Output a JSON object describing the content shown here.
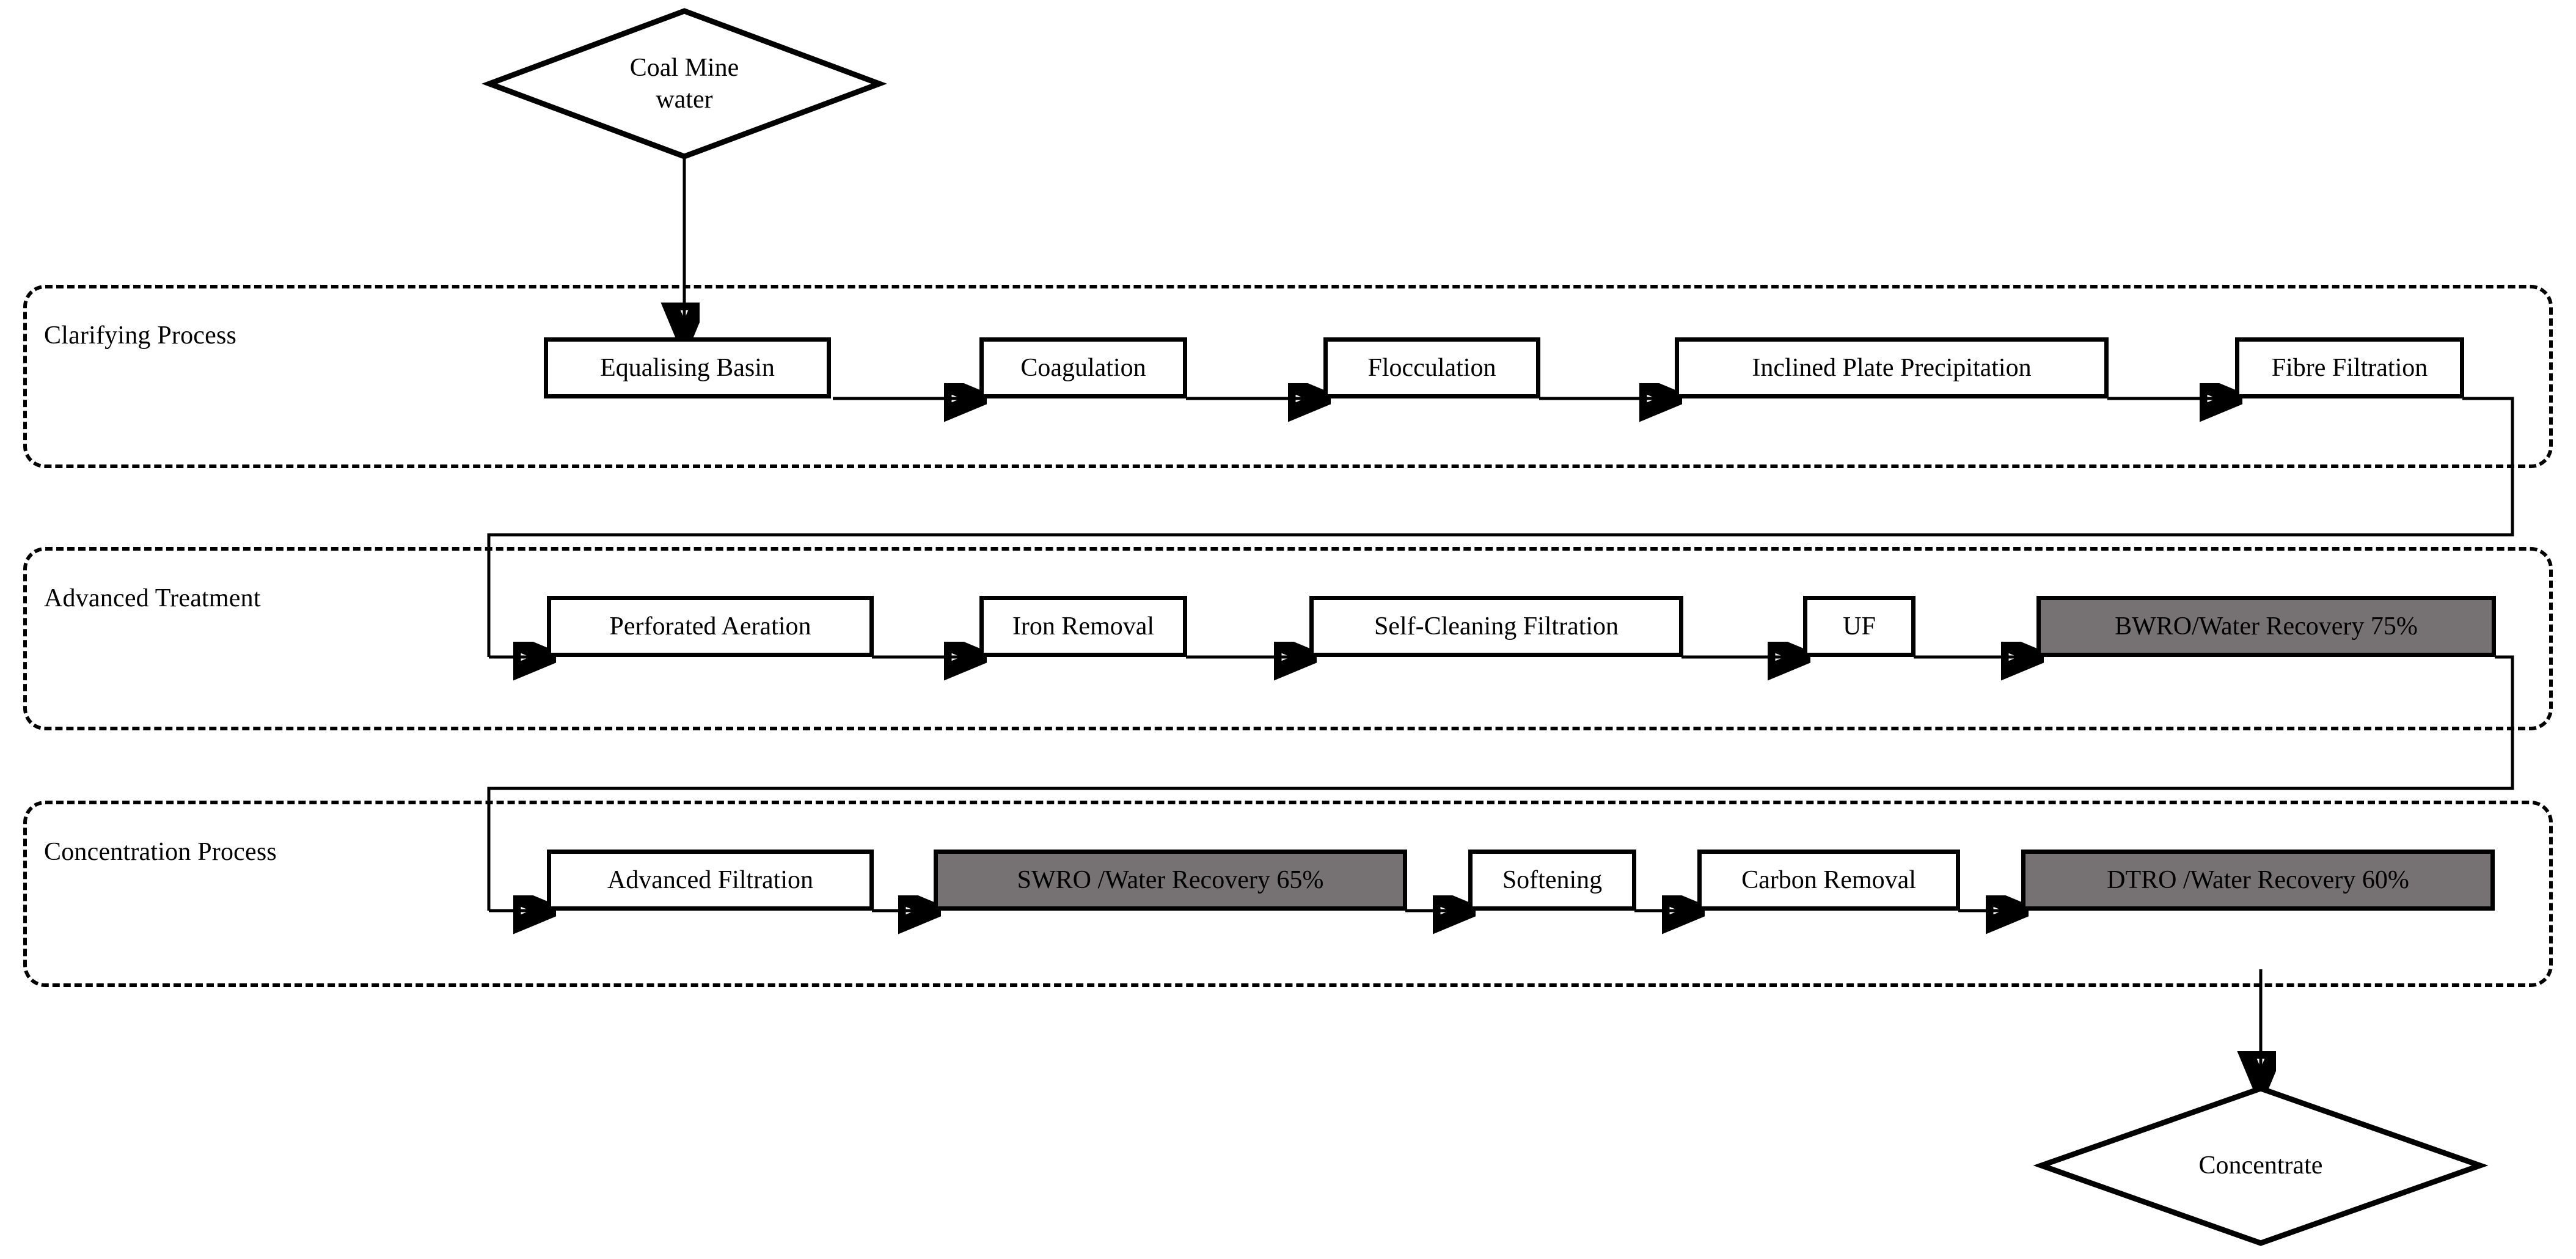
{
  "diagram": {
    "title_source": "Coal mine water treatment process flow",
    "colors": {
      "shaded_fill": "#767173",
      "stroke": "#000000",
      "background": "#ffffff"
    }
  },
  "inputs": {
    "source_node": {
      "label": "Coal Mine\nwater",
      "line1": "Coal Mine",
      "line2": "water",
      "shape": "diamond"
    }
  },
  "outputs": {
    "final_node": {
      "label": "Concentrate",
      "shape": "diamond"
    }
  },
  "groups": [
    {
      "id": "clarifying",
      "label": "Clarifying Process",
      "nodes": [
        {
          "id": "equalising-basin",
          "label": "Equalising Basin",
          "shaded": false
        },
        {
          "id": "coagulation",
          "label": "Coagulation",
          "shaded": false
        },
        {
          "id": "flocculation",
          "label": "Flocculation",
          "shaded": false
        },
        {
          "id": "inclined-plate-precipitation",
          "label": "Inclined Plate Precipitation",
          "shaded": false
        },
        {
          "id": "fibre-filtration",
          "label": "Fibre Filtration",
          "shaded": false
        }
      ]
    },
    {
      "id": "advanced-treatment",
      "label": "Advanced Treatment",
      "nodes": [
        {
          "id": "perforated-aeration",
          "label": "Perforated Aeration",
          "shaded": false
        },
        {
          "id": "iron-removal",
          "label": "Iron Removal",
          "shaded": false
        },
        {
          "id": "self-cleaning-filtration",
          "label": "Self-Cleaning Filtration",
          "shaded": false
        },
        {
          "id": "uf",
          "label": "UF",
          "shaded": false
        },
        {
          "id": "bwro",
          "label": "BWRO/Water Recovery 75%",
          "shaded": true
        }
      ]
    },
    {
      "id": "concentration",
      "label": "Concentration Process",
      "nodes": [
        {
          "id": "advanced-filtration",
          "label": "Advanced Filtration",
          "shaded": false
        },
        {
          "id": "swro",
          "label": "SWRO /Water Recovery 65%",
          "shaded": true
        },
        {
          "id": "softening",
          "label": "Softening",
          "shaded": false
        },
        {
          "id": "carbon-removal",
          "label": "Carbon Removal",
          "shaded": false
        },
        {
          "id": "dtro",
          "label": "DTRO /Water Recovery 60%",
          "shaded": true
        }
      ]
    }
  ]
}
